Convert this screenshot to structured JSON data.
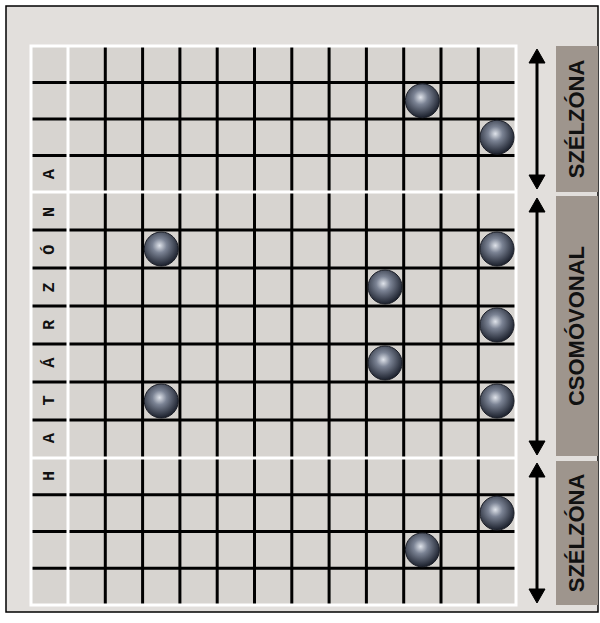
{
  "diagram": {
    "nodes": [
      {
        "text": [
          "SZÉLZÓNA"
        ]
      },
      {
        "text": [
          "CSOMÓVONAL"
        ]
      },
      {
        "text": [
          "SZÉLZÓNA"
        ]
      }
    ],
    "labels": [
      "HATÁRZÓNA"
    ]
  }
}
